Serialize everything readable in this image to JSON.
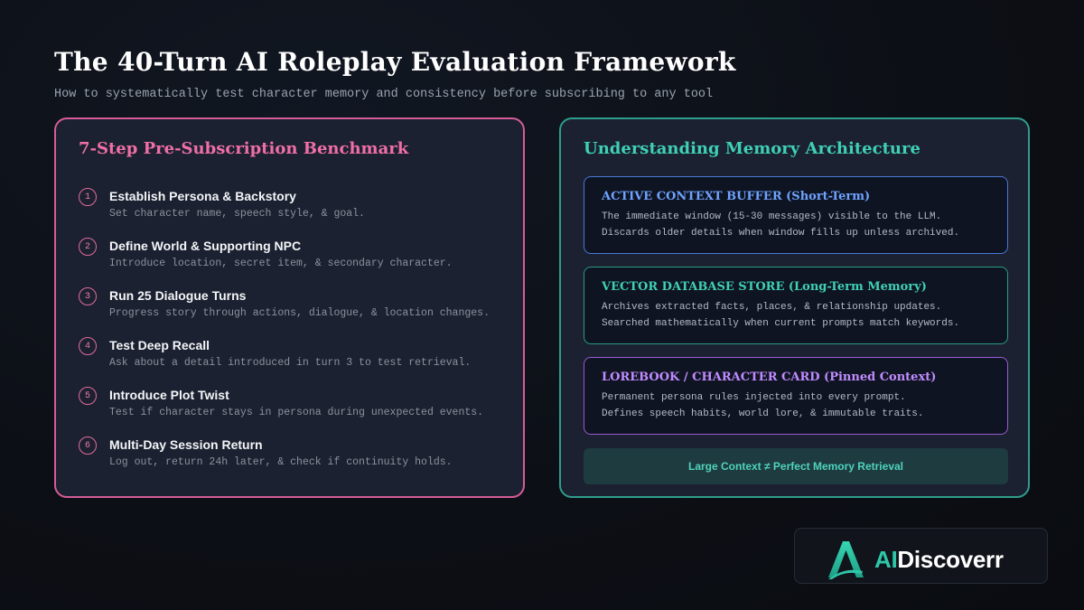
{
  "header": {
    "title": "The 40-Turn AI Roleplay Evaluation Framework",
    "subtitle": "How to systematically test character memory and consistency before subscribing to any tool"
  },
  "left_panel": {
    "title": "7-Step Pre-Subscription Benchmark",
    "steps": [
      {
        "num": "1",
        "title": "Establish Persona & Backstory",
        "desc": "Set character name, speech style, & goal."
      },
      {
        "num": "2",
        "title": "Define World & Supporting NPC",
        "desc": "Introduce location, secret item, & secondary character."
      },
      {
        "num": "3",
        "title": "Run 25 Dialogue Turns",
        "desc": "Progress story through actions, dialogue, & location changes."
      },
      {
        "num": "4",
        "title": "Test Deep Recall",
        "desc": "Ask about a detail introduced in turn 3 to test retrieval."
      },
      {
        "num": "5",
        "title": "Introduce Plot Twist",
        "desc": "Test if character stays in persona during unexpected events."
      },
      {
        "num": "6",
        "title": "Multi-Day Session Return",
        "desc": "Log out, return 24h later, & check if continuity holds."
      }
    ]
  },
  "right_panel": {
    "title": "Understanding Memory Architecture",
    "cards": [
      {
        "title": "ACTIVE CONTEXT BUFFER (Short-Term)",
        "line1": "The immediate window (15-30 messages) visible to the LLM.",
        "line2": "Discards older details when window fills up unless archived.",
        "color": "#6ea3ff"
      },
      {
        "title": "VECTOR DATABASE STORE (Long-Term Memory)",
        "line1": "Archives extracted facts, places, & relationship updates.",
        "line2": "Searched mathematically when current prompts match keywords.",
        "color": "#3fd0b5"
      },
      {
        "title": "LOREBOOK / CHARACTER CARD (Pinned Context)",
        "line1": "Permanent persona rules injected into every prompt.",
        "line2": "Defines speech habits, world lore, & immutable traits.",
        "color": "#c08cff"
      }
    ],
    "banner": "Large Context ≠ Perfect Memory Retrieval"
  },
  "logo": {
    "prefix": "AI",
    "suffix": "Discoverr",
    "icon": "a-letter-logo-icon"
  },
  "colors": {
    "accent_pink": "#d65c98",
    "accent_teal": "#2f9d8c",
    "background": "#0c0f15"
  }
}
